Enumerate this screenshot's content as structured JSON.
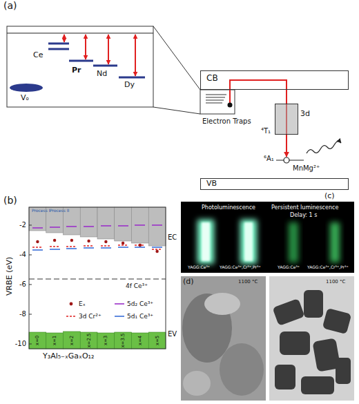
{
  "diagram": {
    "nodes": [
      {
        "text": [
          "CB"
        ]
      },
      {
        "text": [
          "3d"
        ]
      },
      {
        "text": [
          "VB"
        ]
      }
    ],
    "edges": [
      {
        "from": 0,
        "to": 1,
        "arrow": "to"
      }
    ],
    "labels": [
      "(a)",
      "Ce",
      "Pr",
      "Nd",
      "Dy",
      "Vₒ",
      "Electron Traps",
      "⁴T₁",
      "⁶A₁",
      "MnMg²⁺",
      "(b)",
      "Process I",
      "Process II",
      "-2",
      "-4",
      "-6",
      "-8",
      "-10",
      "VRBE (eV)",
      "EC",
      "4f Ce³⁺",
      "EV",
      "x=0",
      "x=1",
      "x=2",
      "x=2.5",
      "x=3",
      "x=3.5",
      "x=4",
      "x=5",
      "Y₃Al₅₋ₓGaₓO₁₂",
      "(c)",
      "Photoluminescence",
      "Persistent luminescence",
      "Delay: 1 s",
      "YAGG:Ce³⁺",
      "YAGG:Ce³⁺,Cr³⁺,Pr³⁺",
      "YAGG:Ce³⁺",
      "YAGG:Ce³⁺,Cr³⁺,Pr³⁺",
      "(d)",
      "1100 °C",
      "1100 °C"
    ],
    "legend": [
      {
        "text": "Eₓ"
      },
      {
        "text": "5d₂ Ce³⁺"
      },
      {
        "text": "3d Cr²⁺"
      },
      {
        "text": "5d₁ Ce³⁺"
      }
    ]
  }
}
